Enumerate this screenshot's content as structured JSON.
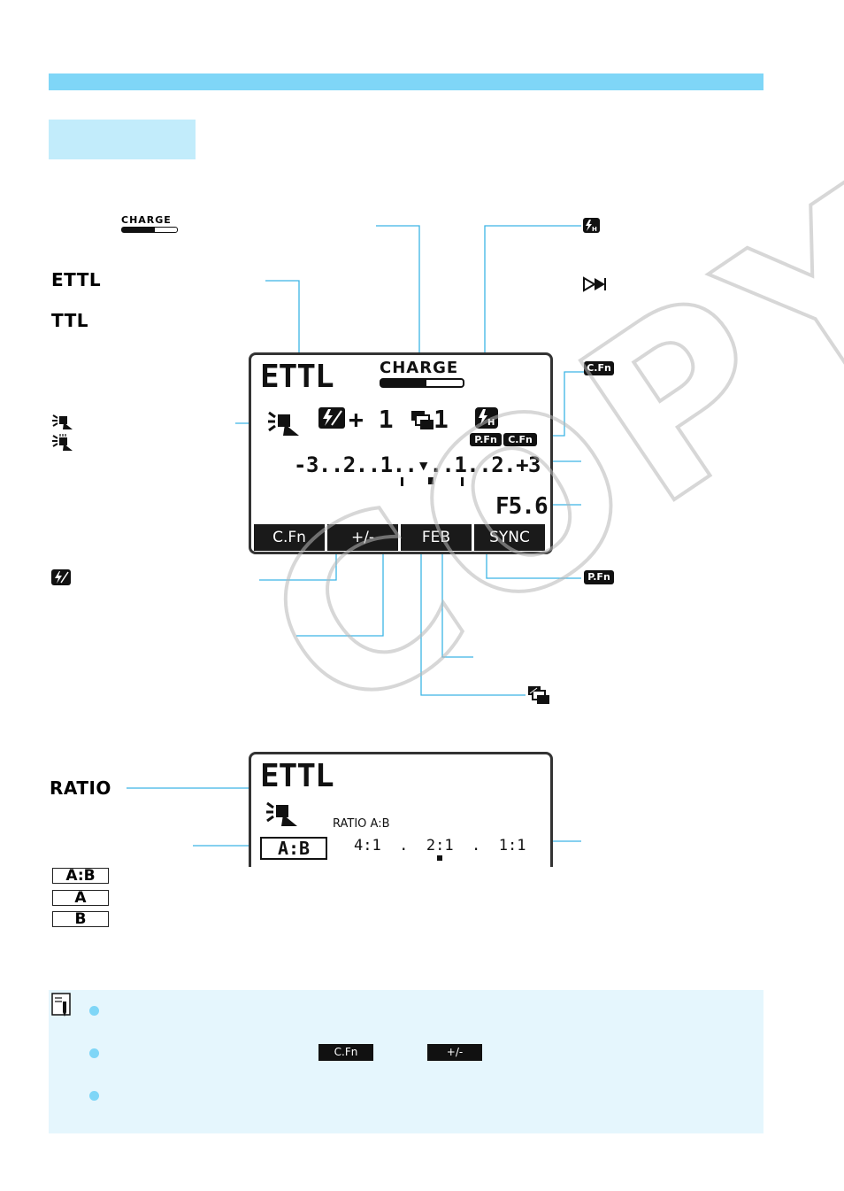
{
  "colors": {
    "accent": "#7fd6f7",
    "tab": "#c2ecfb",
    "note_bg": "#e5f6fd",
    "leader": "#3cb5e5",
    "bullet": "#7fd6f7"
  },
  "icons": {
    "charge": "charge-indicator-icon",
    "high_speed_sync": "high-speed-sync-icon",
    "second_curtain": "second-curtain-sync-icon",
    "custom_function": "custom-function-icon",
    "personal_function": "personal-function-icon",
    "flash_exposure_comp": "flash-exposure-compensation-icon",
    "feb": "flash-exposure-bracketing-icon",
    "wireless_master": "wireless-master-icon",
    "wireless_slave": "wireless-slave-icon",
    "memo": "memo-note-icon",
    "watermark": "copy-watermark"
  },
  "legend": {
    "charge_label": "CHARGE",
    "ettl": "ETTL",
    "ttl": "TTL",
    "cfn": "C.Fn",
    "pfn": "P.Fn",
    "ratio": "RATIO",
    "ratio_boxes": [
      "A:B",
      "A",
      "B"
    ]
  },
  "lcd1": {
    "mode": "ETTL",
    "charge": "CHARGE",
    "fec_value": "+ 1",
    "feb_value": "1",
    "pfn": "P.Fn",
    "cfn": "C.Fn",
    "scale": "-3..2..1..▾..1..2.+3",
    "aperture": "F5.6",
    "softkeys": [
      "C.Fn",
      "+/-",
      "FEB",
      "SYNC"
    ]
  },
  "lcd2": {
    "mode": "ETTL",
    "ratio_label": "RATIO A:B",
    "group": "A:B",
    "ratio_scale": "4:1  .  2:1  .  1:1"
  },
  "note": {
    "cfn_key": "C.Fn",
    "fec_key": "+/-"
  }
}
